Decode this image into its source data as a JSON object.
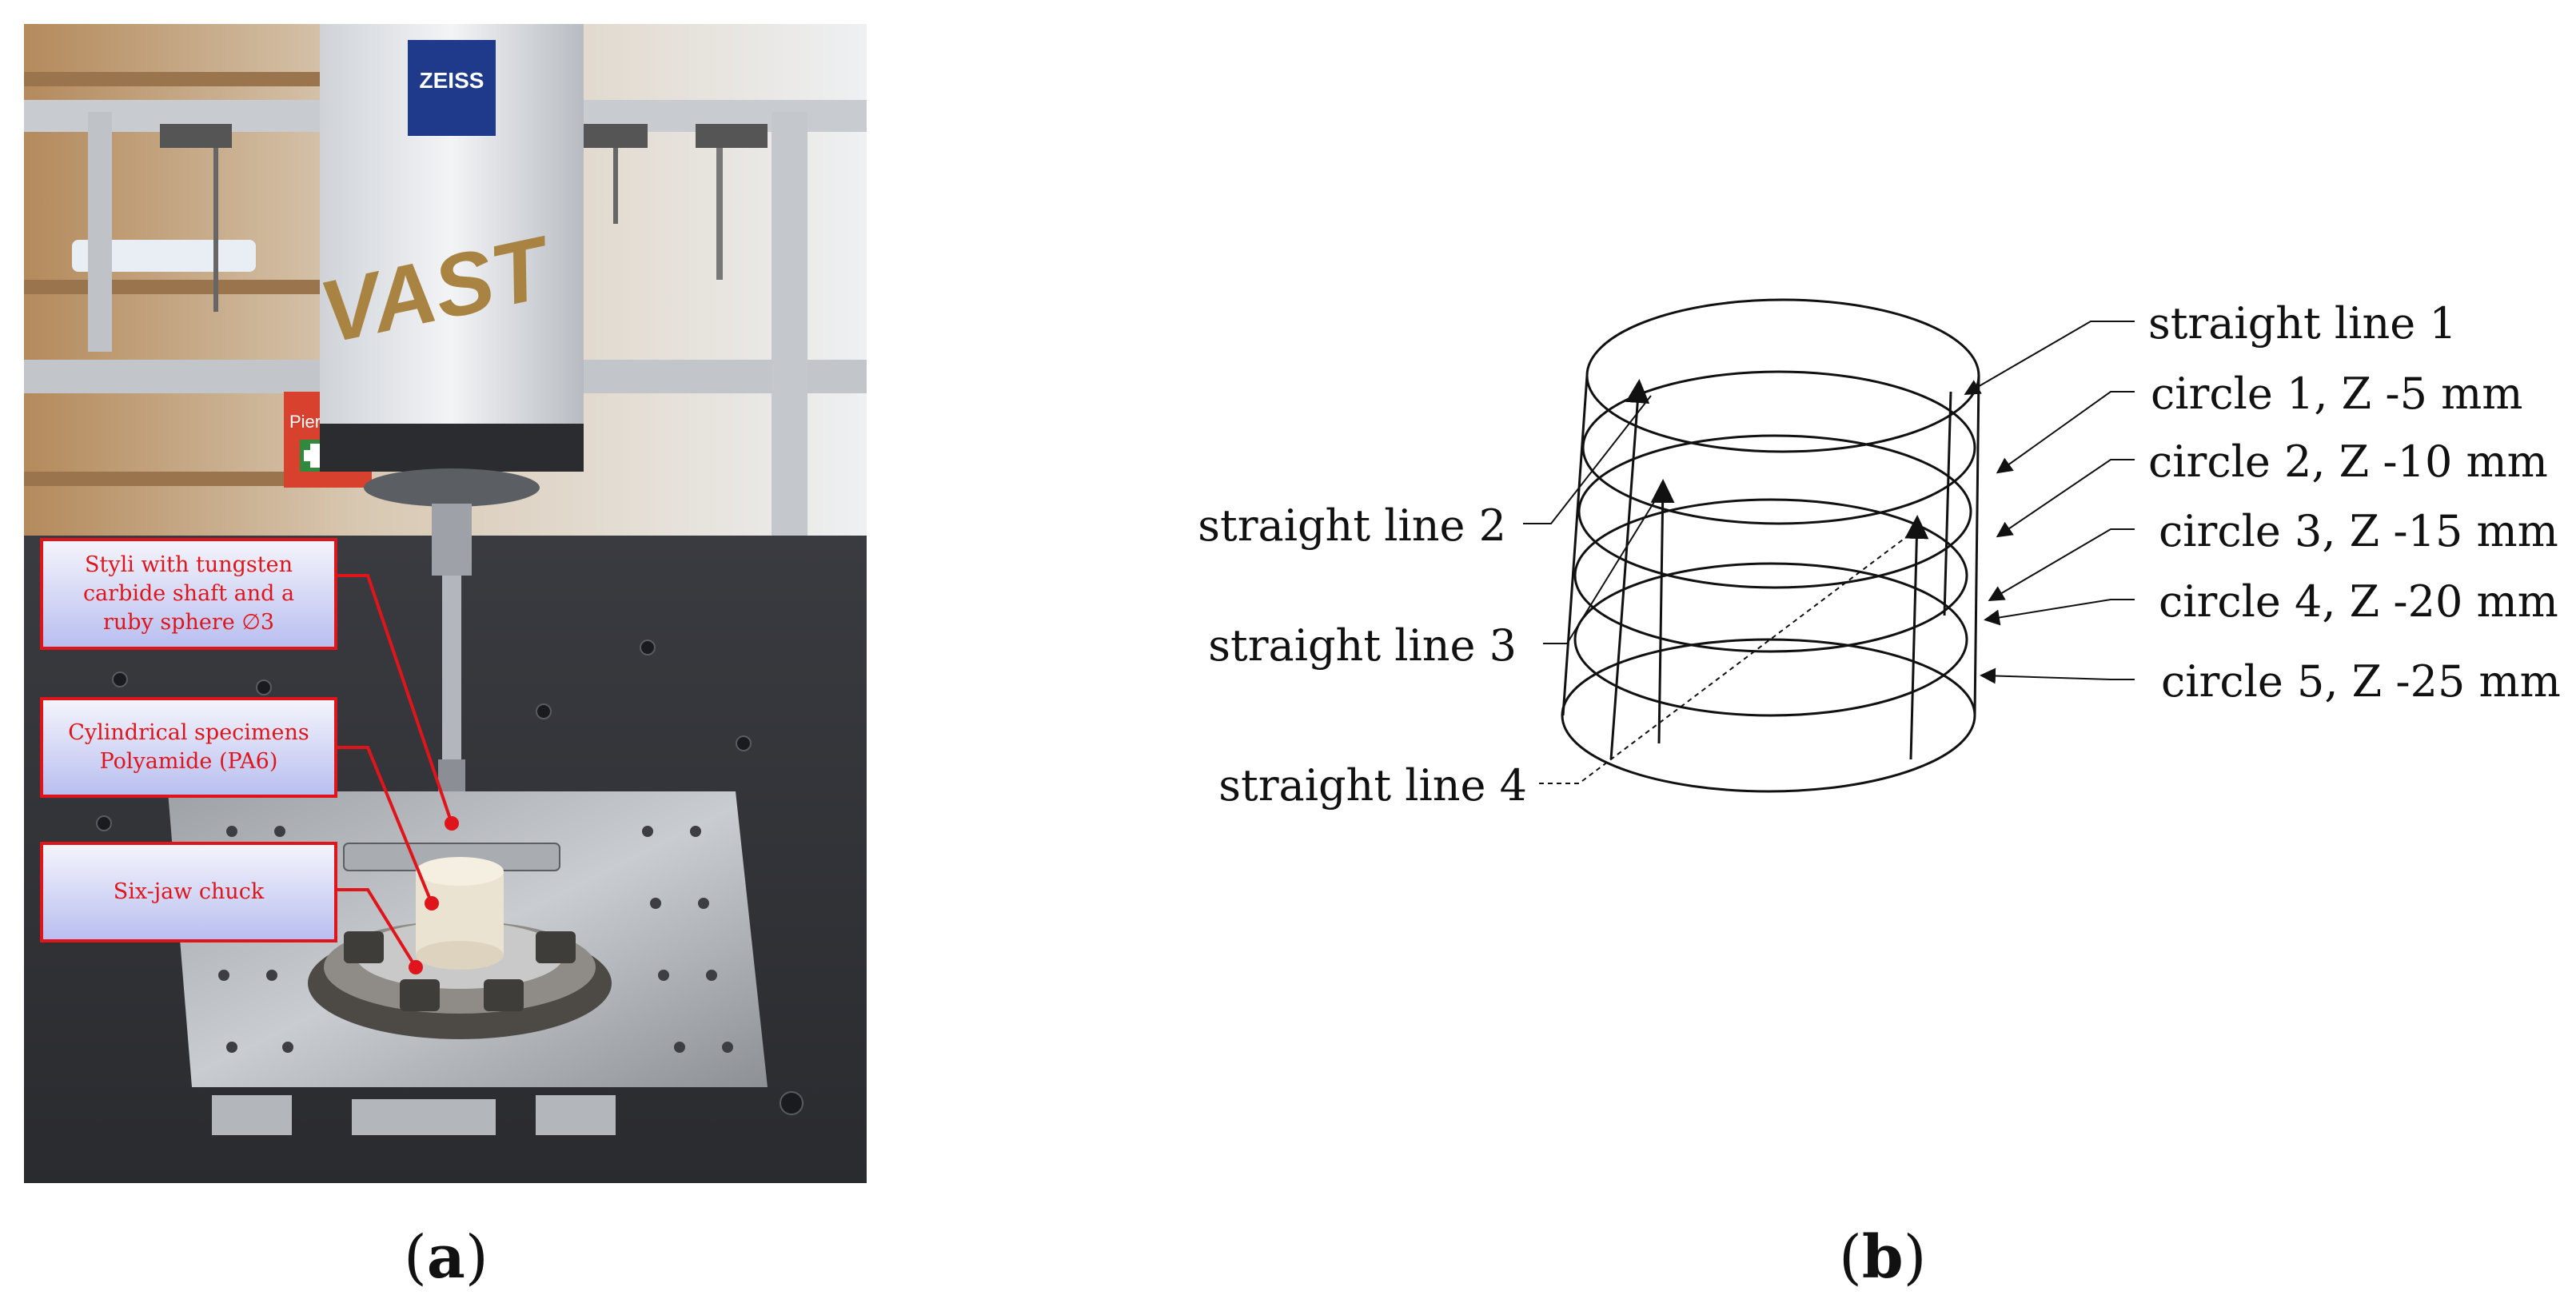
{
  "figure": {
    "panel_a": {
      "label_open": "(",
      "label_letter": "a",
      "label_close": ")",
      "brand_logo": "ZEISS",
      "machine_name": "VAST",
      "sign_text": "Pierws",
      "callouts": [
        {
          "lines": [
            "Styli with tungsten",
            "carbide shaft and a",
            "ruby sphere ∅3"
          ]
        },
        {
          "lines": [
            "Cylindrical specimens",
            "Polyamide (PA6)"
          ]
        },
        {
          "lines": [
            "Six-jaw chuck"
          ]
        }
      ]
    },
    "panel_b": {
      "label_open": "(",
      "label_letter": "b",
      "label_close": ")",
      "labels_right": [
        "straight line 1",
        "circle 1, Z -5 mm",
        "circle 2, Z -10 mm",
        "circle 3, Z -15 mm",
        "circle 4, Z -20 mm",
        "circle 5, Z -25 mm"
      ],
      "labels_left": [
        "straight line 2",
        "straight line 3",
        "straight line 4"
      ]
    },
    "colors": {
      "callout_border": "#e0151b",
      "callout_text": "#e0151b",
      "diagram_stroke": "#111111"
    }
  }
}
